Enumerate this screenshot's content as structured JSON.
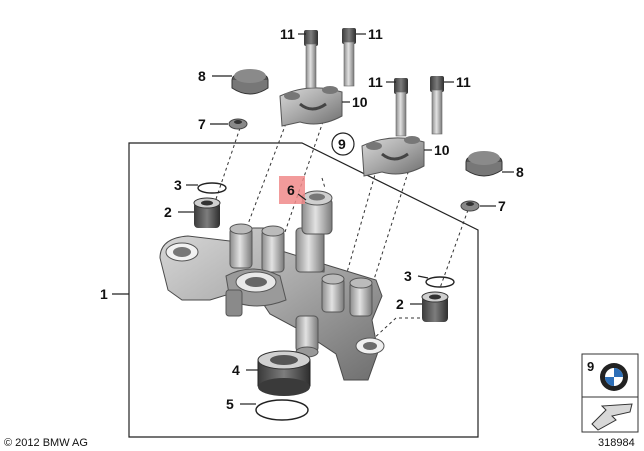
{
  "diagram": {
    "callouts": {
      "c11_a": "11",
      "c11_b": "11",
      "c11_c": "11",
      "c11_d": "11",
      "c10_a": "10",
      "c10_b": "10",
      "c8_a": "8",
      "c8_b": "8",
      "c7_a": "7",
      "c7_b": "7",
      "c3_a": "3",
      "c3_b": "3",
      "c2_a": "2",
      "c2_b": "2",
      "c1": "1",
      "c6": "6",
      "c9": "9",
      "c4": "4",
      "c5": "5"
    },
    "legend_item_number": "9",
    "copyright": "© 2012 BMW AG",
    "diagram_id": "318984",
    "highlight_color": "#f08a8a"
  }
}
